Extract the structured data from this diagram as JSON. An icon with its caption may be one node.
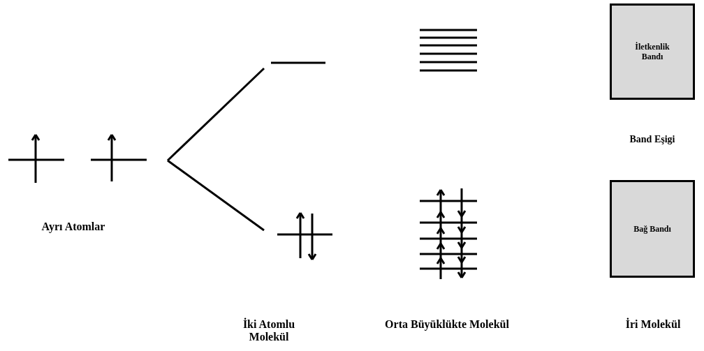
{
  "diagram": {
    "nodes": [
      {
        "text": [
          "İletkenlik Bandı"
        ]
      },
      {
        "text": [
          "Bağ Bandı"
        ]
      }
    ],
    "labels": [
      "Band Eşigi",
      "Ayrı Atomlar",
      "İki Atomlu Molekül",
      "Orta Büyüklükte Molekül",
      "İri Molekül"
    ]
  }
}
